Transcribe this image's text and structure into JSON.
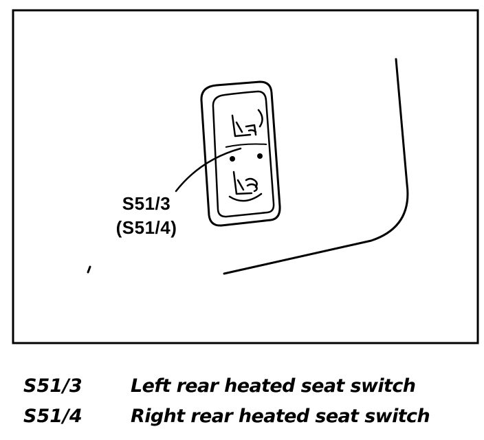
{
  "diagram": {
    "callout_primary": "S51/3",
    "callout_alternate": "(S51/4)"
  },
  "legend": [
    {
      "code": "S51/3",
      "description": "Left rear heated seat switch"
    },
    {
      "code": "S51/4",
      "description": "Right rear heated seat switch"
    }
  ]
}
